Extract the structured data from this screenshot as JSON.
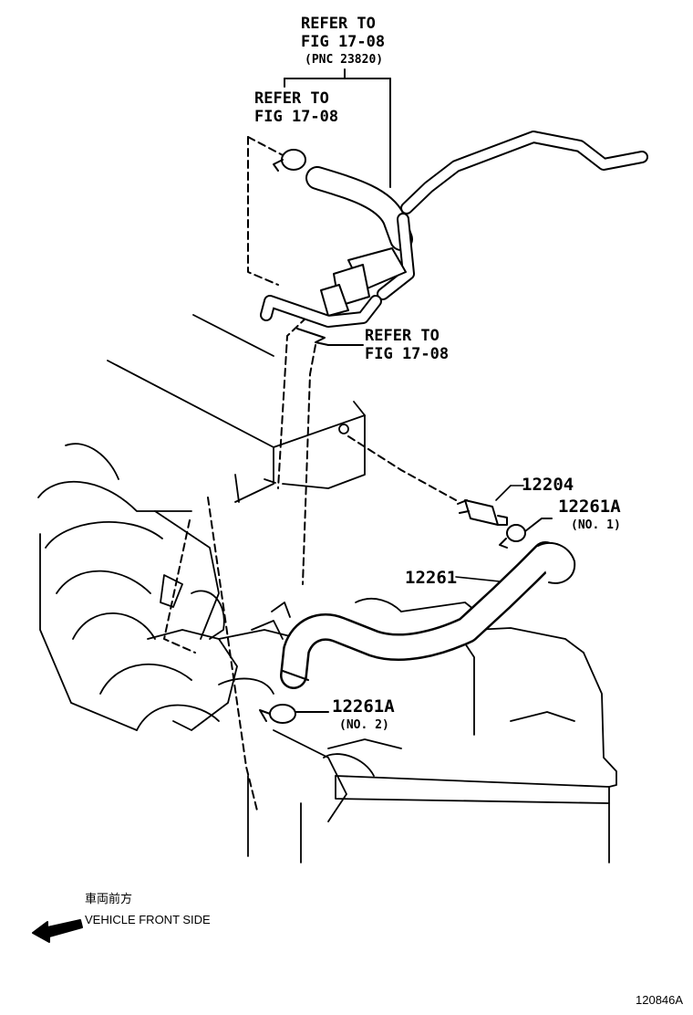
{
  "callouts": {
    "refer_top": {
      "line1": "REFER TO",
      "line2": "FIG 17-08",
      "pnc": "(PNC 23820)"
    },
    "refer_left": {
      "line1": "REFER TO",
      "line2": "FIG 17-08"
    },
    "refer_mid": {
      "line1": "REFER TO",
      "line2": "FIG 17-08"
    }
  },
  "parts": [
    {
      "number": "12204",
      "note": ""
    },
    {
      "number": "12261A",
      "note": "(NO. 1)"
    },
    {
      "number": "12261",
      "note": ""
    },
    {
      "number": "12261A",
      "note": "(NO. 2)"
    }
  ],
  "orientation": {
    "jp": "車両前方",
    "en": "VEHICLE FRONT SIDE"
  },
  "figure_id": "120846A",
  "colors": {
    "ink": "#000000",
    "paper": "#ffffff"
  }
}
